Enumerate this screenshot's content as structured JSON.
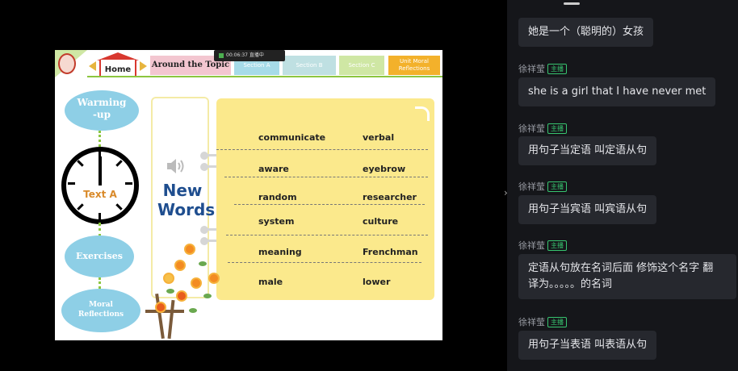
{
  "slide": {
    "nav": {
      "home": "Home",
      "topic": "Around the Topic",
      "section_a": "Section A",
      "section_b": "Section B",
      "section_c": "Section C",
      "unit_line1": "Unit Moral",
      "unit_line2": "Reflections"
    },
    "left_menu": {
      "warming_line1": "Warming",
      "warming_line2": "-up",
      "clock_text": "Text A",
      "exercises": "Exercises",
      "moral_line1": "Moral",
      "moral_line2": "Reflections"
    },
    "new_words_line1": "New",
    "new_words_line2": "Words",
    "vocab": [
      [
        "communicate",
        "verbal"
      ],
      [
        "aware",
        "eyebrow"
      ],
      [
        "random",
        "researcher"
      ],
      [
        "system",
        "culture"
      ],
      [
        "meaning",
        "Frenchman"
      ],
      [
        "male",
        "lower"
      ]
    ]
  },
  "status_bar": {
    "time": "00:06:37",
    "label": "直播中"
  },
  "chat": {
    "host_badge": "主播",
    "messages": [
      {
        "name": "",
        "text": "她是一个（聪明的）女孩"
      },
      {
        "name": "徐祥莹",
        "text": "she is a girl that I have never met"
      },
      {
        "name": "徐祥莹",
        "text": "用句子当定语 叫定语从句"
      },
      {
        "name": "徐祥莹",
        "text": "用句子当宾语 叫宾语从句"
      },
      {
        "name": "徐祥莹",
        "text_line1": "定语从句放在名词后面 修饰这个名字 翻",
        "text_line2": "译为。。。。。的名词"
      },
      {
        "name": "徐祥莹",
        "text": "用句子当表语 叫表语从句"
      }
    ]
  },
  "colors": {
    "oval": "#8ecfe6",
    "board": "#fbe98c",
    "chat_bg": "#15161a",
    "bubble": "#26282e",
    "badge": "#37c46f"
  },
  "icons": [
    "school-logo",
    "home-icon",
    "speaker-icon",
    "clock-icon",
    "flower-decoration"
  ]
}
